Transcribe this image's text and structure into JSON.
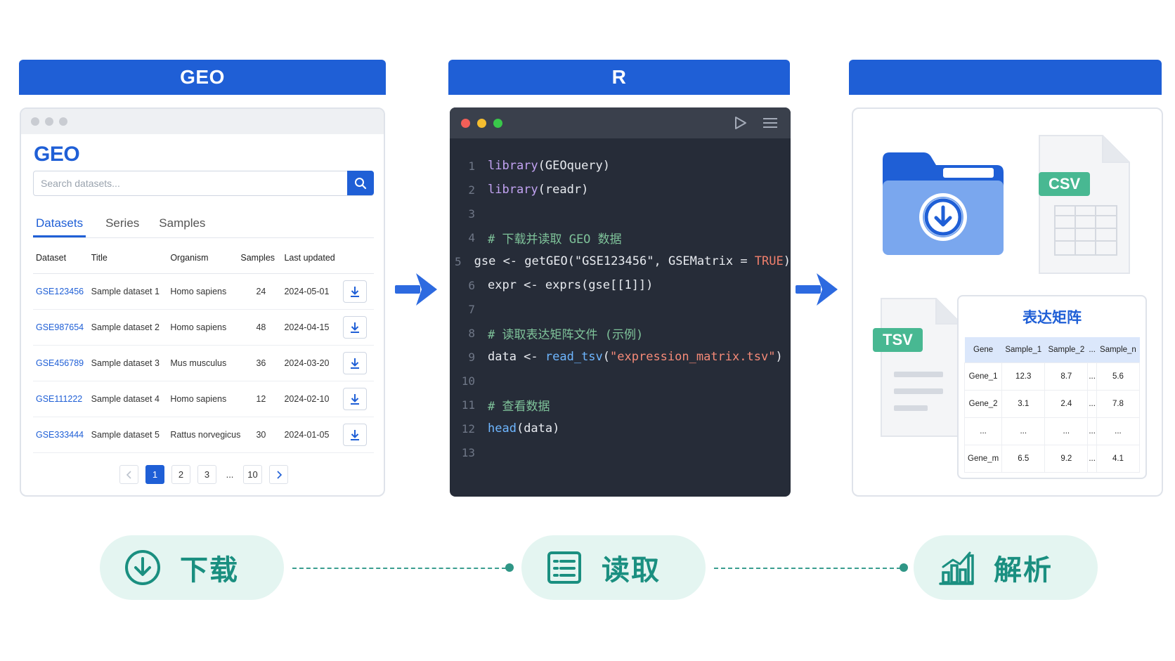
{
  "panels": {
    "geo": {
      "header": "GEO"
    },
    "r": {
      "header": "R"
    },
    "output": {
      "header": ""
    }
  },
  "geo_browser": {
    "logo": "GEO",
    "search": {
      "placeholder": "Search datasets..."
    },
    "tabs": [
      "Datasets",
      "Series",
      "Samples"
    ],
    "active_tab": "Datasets",
    "table": {
      "columns": [
        "Dataset",
        "Title",
        "Organism",
        "Samples",
        "Last updated"
      ],
      "rows": [
        [
          "GSE123456",
          "Sample dataset 1",
          "Homo sapiens",
          "24",
          "2024-05-01"
        ],
        [
          "GSE987654",
          "Sample dataset 2",
          "Homo sapiens",
          "48",
          "2024-04-15"
        ],
        [
          "GSE456789",
          "Sample dataset 3",
          "Mus musculus",
          "36",
          "2024-03-20"
        ],
        [
          "GSE111222",
          "Sample dataset 4",
          "Homo sapiens",
          "12",
          "2024-02-10"
        ],
        [
          "GSE333444",
          "Sample dataset 5",
          "Rattus norvegicus",
          "30",
          "2024-01-05"
        ]
      ]
    },
    "pagination": {
      "pages": [
        "1",
        "2",
        "3",
        "...",
        "10"
      ],
      "current": "1"
    }
  },
  "code_editor": {
    "line_numbers": [
      "1",
      "2",
      "3",
      "4",
      "5",
      "6",
      "7",
      "8",
      "9",
      "10",
      "11",
      "12",
      "13"
    ]
  },
  "output": {
    "csv_badge": "CSV",
    "tsv_badge": "TSV",
    "matrix": {
      "title": "表达矩阵",
      "columns": [
        "Gene",
        "Sample_1",
        "Sample_2",
        "...",
        "Sample_n"
      ],
      "rows": [
        [
          "Gene_1",
          "12.3",
          "8.7",
          "...",
          "5.6"
        ],
        [
          "Gene_2",
          "3.1",
          "2.4",
          "...",
          "7.8"
        ],
        [
          "...",
          "...",
          "...",
          "...",
          "..."
        ],
        [
          "Gene_m",
          "6.5",
          "9.2",
          "...",
          "4.1"
        ]
      ]
    }
  },
  "steps": [
    {
      "label": "下载",
      "icon": "download-circle-icon"
    },
    {
      "label": "读取",
      "icon": "list-document-icon"
    },
    {
      "label": "解析",
      "icon": "bar-chart-icon"
    }
  ],
  "colors": {
    "primary": "#1f5fd6",
    "code_bg": "#262c38",
    "accent_green": "#48b892",
    "step_bg": "#e4f5f1",
    "step_text": "#1a8f80"
  }
}
